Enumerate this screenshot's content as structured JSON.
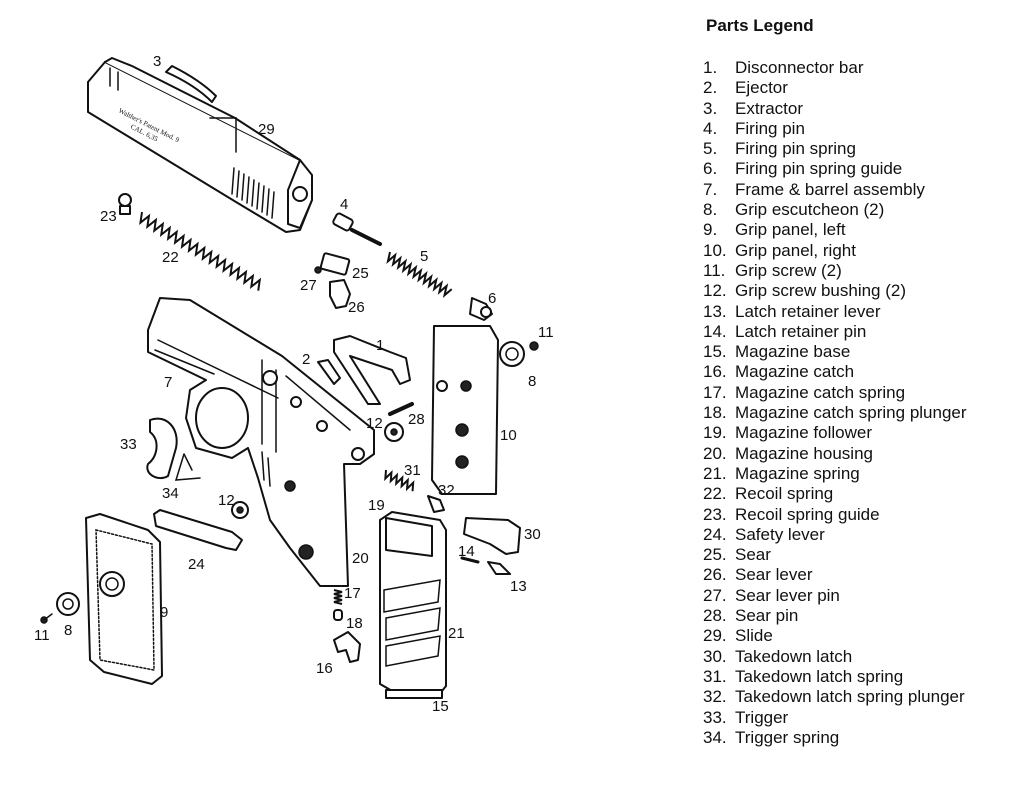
{
  "legend": {
    "title": "Parts Legend",
    "items": [
      {
        "num": "1.",
        "name": "Disconnector bar"
      },
      {
        "num": "2.",
        "name": "Ejector"
      },
      {
        "num": "3.",
        "name": "Extractor"
      },
      {
        "num": "4.",
        "name": "Firing pin"
      },
      {
        "num": "5.",
        "name": "Firing pin spring"
      },
      {
        "num": "6.",
        "name": "Firing pin spring guide"
      },
      {
        "num": "7.",
        "name": "Frame & barrel assembly"
      },
      {
        "num": "8.",
        "name": "Grip escutcheon (2)"
      },
      {
        "num": "9.",
        "name": "Grip panel, left"
      },
      {
        "num": "10.",
        "name": "Grip panel, right"
      },
      {
        "num": "11.",
        "name": "Grip screw (2)"
      },
      {
        "num": "12.",
        "name": "Grip screw bushing (2)"
      },
      {
        "num": "13.",
        "name": "Latch retainer lever"
      },
      {
        "num": "14.",
        "name": "Latch retainer pin"
      },
      {
        "num": "15.",
        "name": "Magazine base"
      },
      {
        "num": "16.",
        "name": "Magazine catch"
      },
      {
        "num": "17.",
        "name": "Magazine catch spring"
      },
      {
        "num": "18.",
        "name": "Magazine catch spring plunger"
      },
      {
        "num": "19.",
        "name": "Magazine follower"
      },
      {
        "num": "20.",
        "name": "Magazine housing"
      },
      {
        "num": "21.",
        "name": "Magazine spring"
      },
      {
        "num": "22.",
        "name": "Recoil spring"
      },
      {
        "num": "23.",
        "name": "Recoil spring guide"
      },
      {
        "num": "24.",
        "name": "Safety lever"
      },
      {
        "num": "25.",
        "name": "Sear"
      },
      {
        "num": "26.",
        "name": "Sear lever"
      },
      {
        "num": "27.",
        "name": "Sear lever pin"
      },
      {
        "num": "28.",
        "name": "Sear pin"
      },
      {
        "num": "29.",
        "name": "Slide"
      },
      {
        "num": "30.",
        "name": "Takedown latch"
      },
      {
        "num": "31.",
        "name": "Takedown latch spring"
      },
      {
        "num": "32.",
        "name": "Takedown latch spring plunger"
      },
      {
        "num": "33.",
        "name": "Trigger"
      },
      {
        "num": "34.",
        "name": "Trigger spring"
      }
    ]
  },
  "diagram": {
    "slide_engraving": [
      "Walther's Patent Mod. 9",
      "CAL. 6,35"
    ],
    "callouts": {
      "c1": "1",
      "c2": "2",
      "c3": "3",
      "c4": "4",
      "c5": "5",
      "c6": "6",
      "c7": "7",
      "c8a": "8",
      "c8b": "8",
      "c9": "9",
      "c10": "10",
      "c11a": "11",
      "c11b": "11",
      "c12a": "12",
      "c12b": "12",
      "c13": "13",
      "c14": "14",
      "c15": "15",
      "c16": "16",
      "c17": "17",
      "c18": "18",
      "c19": "19",
      "c20": "20",
      "c21": "21",
      "c22": "22",
      "c23": "23",
      "c24": "24",
      "c25": "25",
      "c26": "26",
      "c27": "27",
      "c28": "28",
      "c29": "29",
      "c30": "30",
      "c31": "31",
      "c32": "32",
      "c33": "33",
      "c34": "34"
    }
  }
}
